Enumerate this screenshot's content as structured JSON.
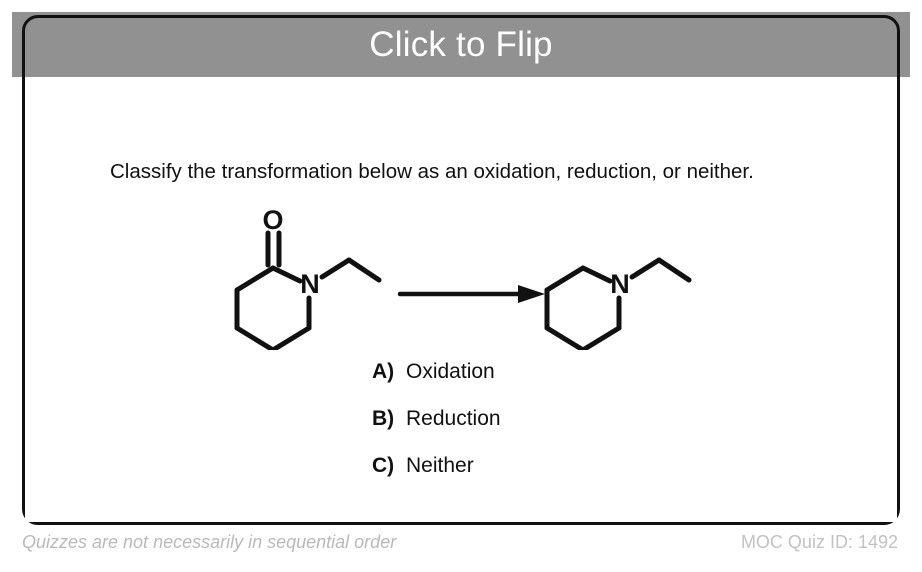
{
  "card": {
    "header_title": "Click to Flip",
    "header_bg_color": "#919191",
    "header_text_color": "#ffffff",
    "border_color": "#111111",
    "body_bg_color": "#ffffff"
  },
  "question": {
    "text": "Classify the transformation below as an oxidation, reduction, or neither."
  },
  "reaction": {
    "arrow_symbol": "→",
    "reactant": {
      "name": "1-ethylpiperidin-2-one",
      "ring_atoms": [
        "C",
        "C",
        "C",
        "C",
        "C",
        "N"
      ],
      "heteroatom_label": "N",
      "carbonyl_label": "O",
      "has_carbonyl": true,
      "substituent": "ethyl"
    },
    "product": {
      "name": "1-ethylpiperidine",
      "ring_atoms": [
        "C",
        "C",
        "C",
        "C",
        "C",
        "N"
      ],
      "heteroatom_label": "N",
      "has_carbonyl": false,
      "substituent": "ethyl"
    },
    "bond_color": "#111111"
  },
  "options": [
    {
      "letter": "A)",
      "label": "Oxidation"
    },
    {
      "letter": "B)",
      "label": "Reduction"
    },
    {
      "letter": "C)",
      "label": "Neither"
    }
  ],
  "footer": {
    "note": "Quizzes are not necessarily in sequential order",
    "quiz_id": "MOC Quiz ID: 1492",
    "text_color": "#b9b9b9"
  }
}
